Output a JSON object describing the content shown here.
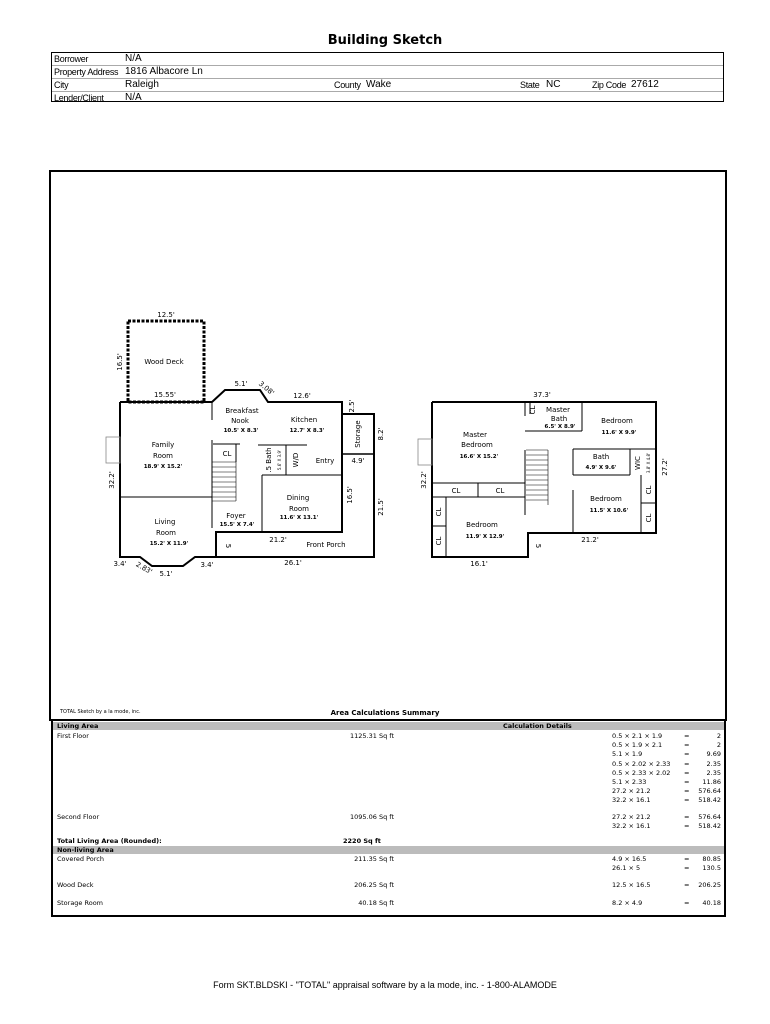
{
  "title": "Building Sketch",
  "header": {
    "borrower_label": "Borrower",
    "borrower": "N/A",
    "address_label": "Property Address",
    "address": "1816 Albacore Ln",
    "city_label": "City",
    "city": "Raleigh",
    "county_label": "County",
    "county": "Wake",
    "state_label": "State",
    "state": "NC",
    "zip_label": "Zip Code",
    "zip": "27612",
    "lender_label": "Lender/Client",
    "lender": "N/A"
  },
  "sketch": {
    "first": {
      "deck": "Wood Deck",
      "deck_w": "12.5'",
      "deck_h": "16.5'",
      "deck_b": "15.55'",
      "d51": "5.1'",
      "d308": "3.08'",
      "d126": "12.6'",
      "d25": "2.5'",
      "d82": "8.2'",
      "d49": "4.9'",
      "d165": "16.5'",
      "d215": "21.5'",
      "d212": "21.2'",
      "d261": "26.1'",
      "d5": "5",
      "d322": "32.2'",
      "d34a": "3.4'",
      "d283": "2.83'",
      "d51b": "5.1'",
      "d34b": "3.4'",
      "nook": "Breakfast",
      "nook2": "Nook",
      "nook_size": "10.5' X 8.3'",
      "kitchen": "Kitchen",
      "kitchen_size": "12.7' X 8.3'",
      "storage": "Storage",
      "family": "Family",
      "family2": "Room",
      "family_size": "18.9' X 15.2'",
      "cl": "CL",
      "halfbath": ".5 Bath",
      "halfbath_size": "5.6' X 3.9'",
      "wd": "W/D",
      "entry": "Entry",
      "dining": "Dining",
      "dining2": "Room",
      "dining_size": "11.6' X 13.1'",
      "foyer": "Foyer",
      "foyer_size": "15.5' X 7.4'",
      "living": "Living",
      "living2": "Room",
      "living_size": "15.2' X 11.9'",
      "porch": "Front Porch"
    },
    "second": {
      "d373": "37.3'",
      "d272": "27.2'",
      "d212": "21.2'",
      "d161": "16.1'",
      "d322": "32.2'",
      "d5": "5",
      "master": "Master",
      "master2": "Bedroom",
      "master_size": "16.6' X 15.2'",
      "mbath": "Master",
      "mbath2": "Bath",
      "mbath_size": "6.5' X 8.9'",
      "bed1": "Bedroom",
      "bed1_size": "11.6' X 9.9'",
      "bath": "Bath",
      "bath_size": "4.9' X 9.6'",
      "wic": "WIC",
      "wic_size": "3.8' X 4.8'",
      "bed2": "Bedroom",
      "bed2_size": "11.5' X 10.6'",
      "bed3": "Bedroom",
      "bed3_size": "11.9' X 12.9'",
      "cl": "CL"
    },
    "credit": "TOTAL Sketch by a la mode, inc."
  },
  "summary": {
    "title": "Area Calculations Summary",
    "living_header": "Living Area",
    "details_header": "Calculation Details",
    "rows": [
      {
        "name": "First Floor",
        "area": "1125.31 Sq ft",
        "calcs": [
          [
            "0.5 × 2.1 × 1.9",
            "=",
            "2"
          ],
          [
            "0.5 × 1.9 × 2.1",
            "=",
            "2"
          ],
          [
            "5.1 × 1.9",
            "=",
            "9.69"
          ],
          [
            "0.5 × 2.02 × 2.33",
            "=",
            "2.35"
          ],
          [
            "0.5 × 2.33 × 2.02",
            "=",
            "2.35"
          ],
          [
            "5.1 × 2.33",
            "=",
            "11.86"
          ],
          [
            "27.2 × 21.2",
            "=",
            "576.64"
          ],
          [
            "32.2 × 16.1",
            "=",
            "518.42"
          ]
        ]
      },
      {
        "name": "Second Floor",
        "area": "1095.06 Sq ft",
        "calcs": [
          [
            "27.2 × 21.2",
            "=",
            "576.64"
          ],
          [
            "32.2 × 16.1",
            "=",
            "518.42"
          ]
        ]
      }
    ],
    "total_label": "Total Living Area (Rounded):",
    "total": "2220 Sq ft",
    "nonliving_header": "Non-living Area",
    "nonliving": [
      {
        "name": "Covered Porch",
        "area": "211.35 Sq ft",
        "calcs": [
          [
            "4.9 × 16.5",
            "=",
            "80.85"
          ],
          [
            "26.1 × 5",
            "=",
            "130.5"
          ]
        ]
      },
      {
        "name": "Wood Deck",
        "area": "206.25 Sq ft",
        "calcs": [
          [
            "12.5 × 16.5",
            "=",
            "206.25"
          ]
        ]
      },
      {
        "name": "Storage Room",
        "area": "40.18 Sq ft",
        "calcs": [
          [
            "8.2 × 4.9",
            "=",
            "40.18"
          ]
        ]
      }
    ]
  },
  "footer": "Form SKT.BLDSKI - \"TOTAL\" appraisal software by a la mode, inc. - 1-800-ALAMODE"
}
